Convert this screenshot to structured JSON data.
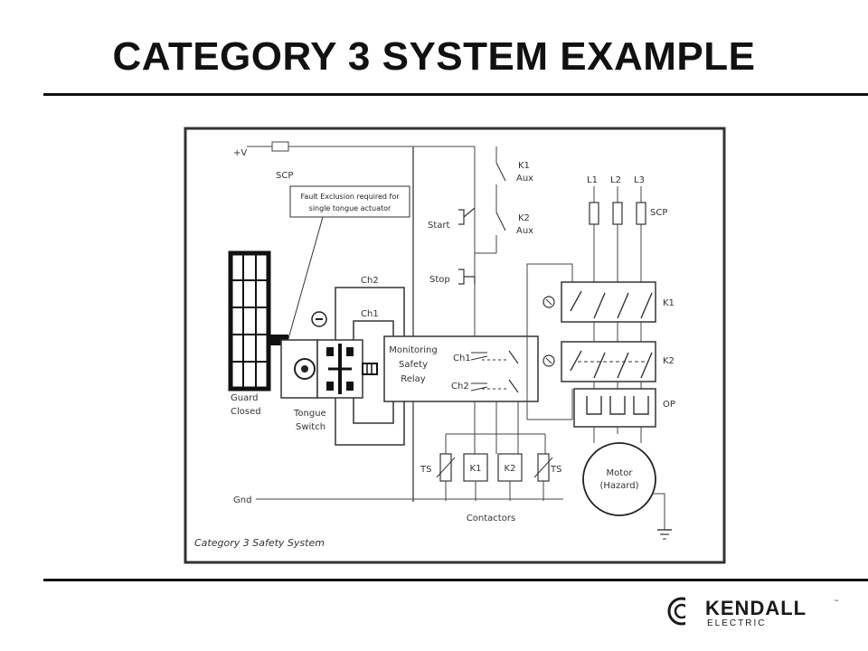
{
  "page": {
    "title": "CATEGORY 3 SYSTEM EXAMPLE"
  },
  "diagram": {
    "caption": "Category 3 Safety System",
    "labels": {
      "supply": "+V",
      "ground": "Gnd",
      "scp_left": "SCP",
      "fault_note_line1": "Fault Exclusion required for",
      "fault_note_line2": "single tongue actuator",
      "ch2": "Ch2",
      "ch1": "Ch1",
      "guard_line1": "Guard",
      "guard_line2": "Closed",
      "tongue_line1": "Tongue",
      "tongue_line2": "Switch",
      "relay_line1": "Monitoring",
      "relay_line2": "Safety",
      "relay_line3": "Relay",
      "relay_ch1": "Ch1",
      "relay_ch2": "Ch2",
      "start": "Start",
      "stop": "Stop",
      "k1_aux_line1": "K1",
      "k1_aux_line2": "Aux",
      "k2_aux_line1": "K2",
      "k2_aux_line2": "Aux",
      "l1": "L1",
      "l2": "L2",
      "l3": "L3",
      "scp_right": "SCP",
      "k1": "K1",
      "k2": "K2",
      "op": "OP",
      "ts_left": "TS",
      "ts_right": "TS",
      "coil_k1": "K1",
      "coil_k2": "K2",
      "contactors": "Contactors",
      "motor_line1": "Motor",
      "motor_line2": "(Hazard)"
    }
  },
  "logo": {
    "name": "KENDALL",
    "sub": "ELECTRIC",
    "tm": "™",
    "color": "#1a1a1a"
  }
}
